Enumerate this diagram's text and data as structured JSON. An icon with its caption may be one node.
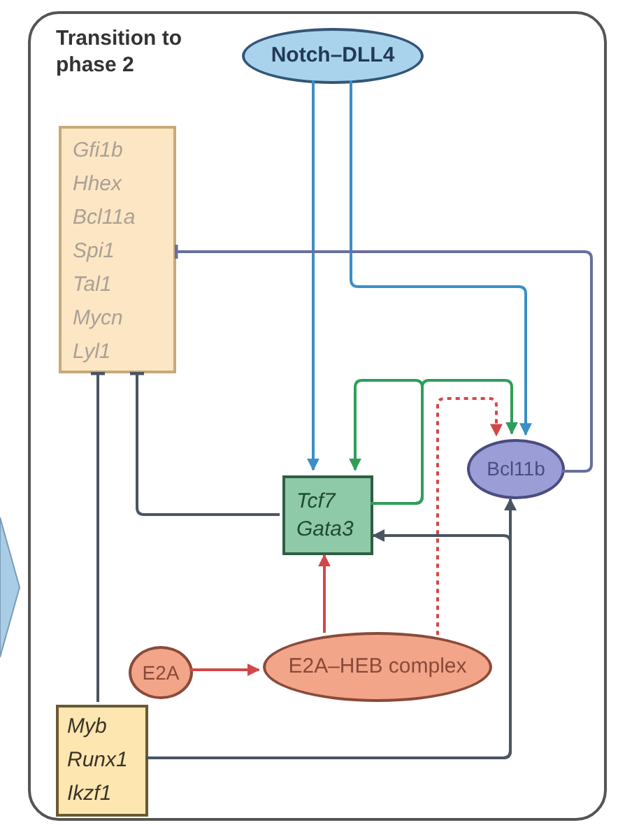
{
  "diagram": {
    "nodes": [
      {
        "text": [
          "Transition to phase 2"
        ]
      },
      {
        "text": [
          "Notch–DLL4"
        ],
        "in": 0
      },
      {
        "text": [
          "Gfi1b",
          "Hhex",
          "Bcl11a",
          "Spi1",
          "Tal1",
          "Mycn",
          "Lyl1"
        ],
        "in": 0
      },
      {
        "text": [
          "Tcf7",
          "Gata3"
        ],
        "in": 0
      },
      {
        "text": [
          "Bcl11b"
        ],
        "in": 0
      },
      {
        "text": [
          "E2A"
        ],
        "in": 0
      },
      {
        "text": [
          "E2A–HEB complex"
        ],
        "in": 0
      },
      {
        "text": [
          "Myb",
          "Runx1",
          "Ikzf1"
        ],
        "in": 0
      }
    ],
    "edges": [
      {
        "from": 1,
        "to": 3,
        "arrow": "to",
        "color": "#3a8fc8"
      },
      {
        "from": 1,
        "to": 4,
        "arrow": "to",
        "color": "#3a8fc8"
      },
      {
        "from": 4,
        "to": 2,
        "arrow": "other",
        "color": "#66709e"
      },
      {
        "from": 3,
        "to": 2,
        "arrow": "other"
      },
      {
        "from": 7,
        "to": 2,
        "arrow": "other"
      },
      {
        "from": 3,
        "to": 3,
        "arrow": "to",
        "color": "#2e9e5a"
      },
      {
        "from": 3,
        "to": 4,
        "arrow": "to",
        "color": "#2e9e5a"
      },
      {
        "from": 5,
        "to": 6,
        "arrow": "to",
        "color": "#d24848"
      },
      {
        "from": 6,
        "to": 3,
        "arrow": "to",
        "color": "#d24848"
      },
      {
        "from": 6,
        "to": 4,
        "arrow": "to",
        "style": "dashed",
        "color": "#d24848"
      },
      {
        "from": 7,
        "to": 3,
        "arrow": "to"
      },
      {
        "from": 7,
        "to": 4,
        "arrow": "to"
      }
    ]
  }
}
